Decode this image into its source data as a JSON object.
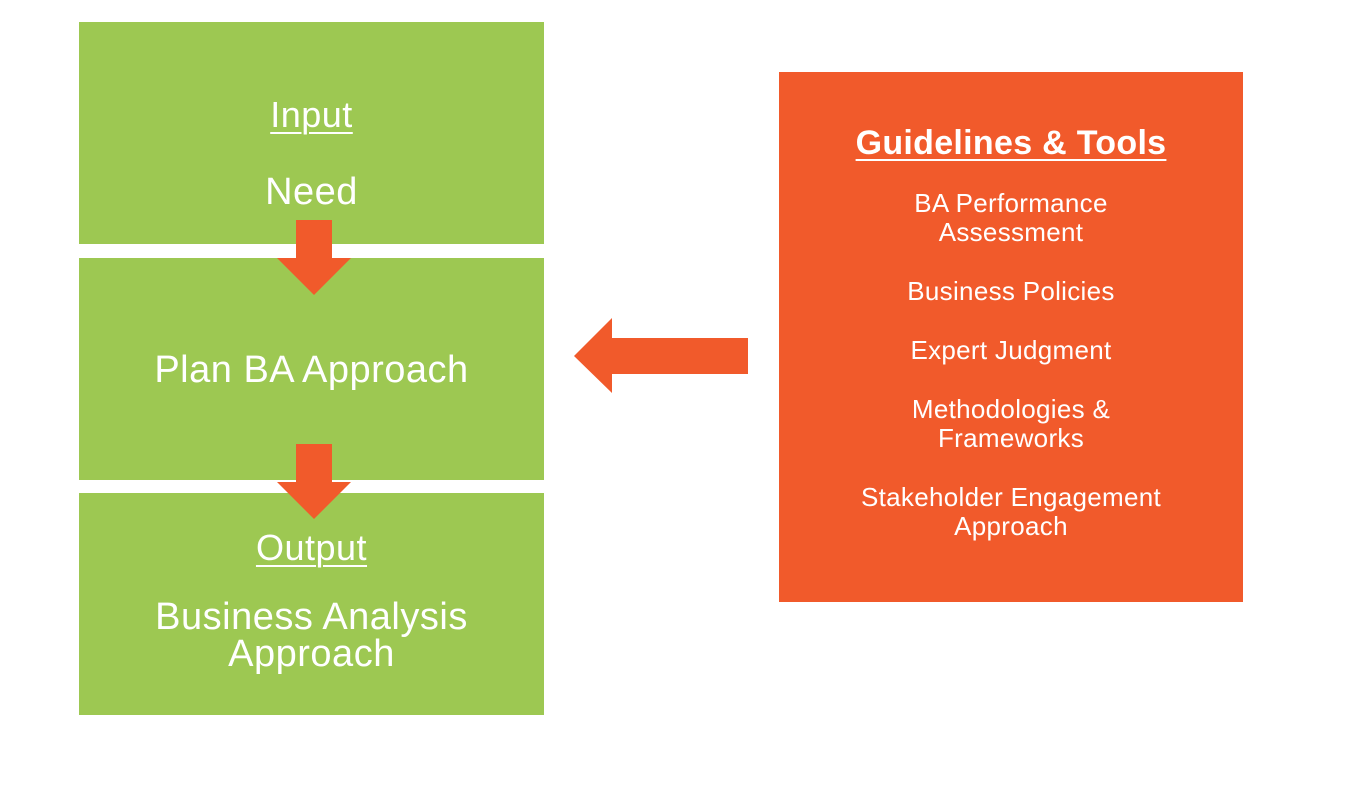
{
  "colors": {
    "green": "#9dc852",
    "orange": "#f15a2b",
    "text": "#ffffff"
  },
  "input": {
    "heading": "Input",
    "value": "Need"
  },
  "process": {
    "label": "Plan BA Approach"
  },
  "output": {
    "heading": "Output",
    "value": "Business Analysis Approach"
  },
  "guidelines": {
    "title": "Guidelines & Tools",
    "items": [
      "BA Performance Assessment",
      "Business Policies",
      "Expert Judgment",
      "Methodologies & Frameworks",
      "Stakeholder Engagement Approach"
    ]
  },
  "arrows": [
    {
      "name": "arrow-input-to-process",
      "direction": "down"
    },
    {
      "name": "arrow-process-to-output",
      "direction": "down"
    },
    {
      "name": "arrow-guidelines-to-process",
      "direction": "left"
    }
  ]
}
